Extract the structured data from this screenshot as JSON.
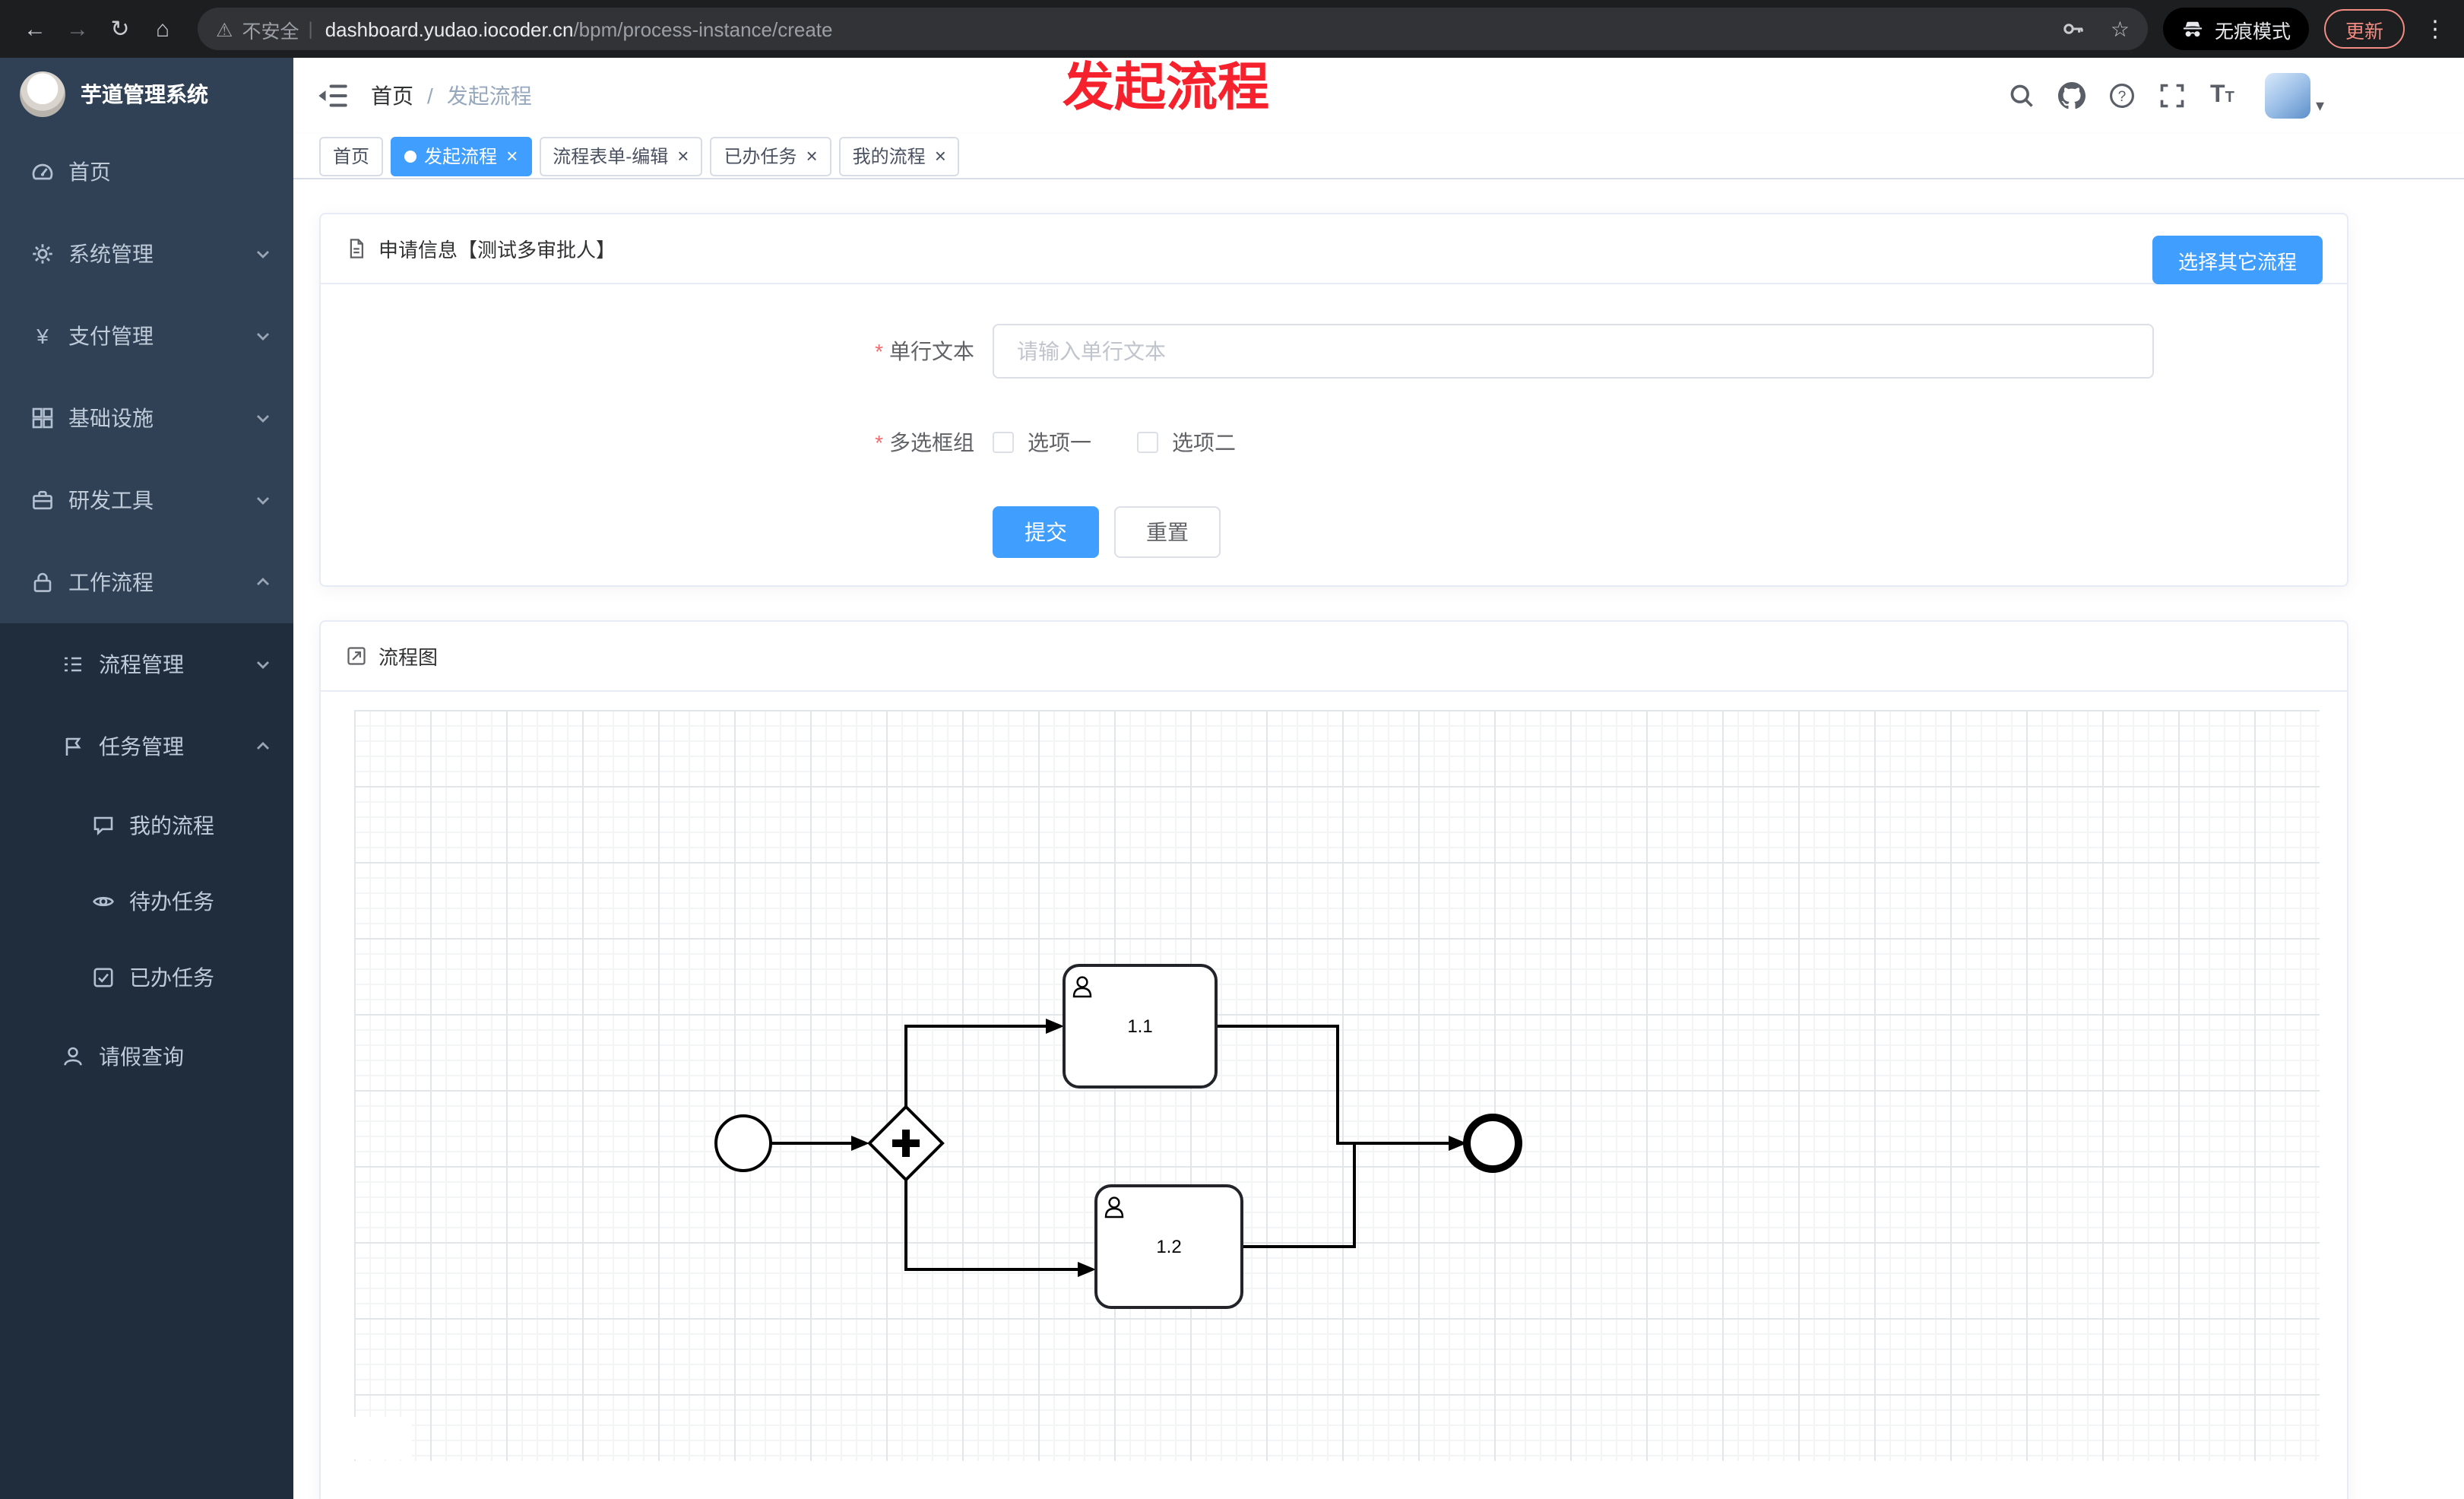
{
  "browser": {
    "security_label": "不安全",
    "url_domain": "dashboard.yudao.iocoder.cn",
    "url_path": "/bpm/process-instance/create",
    "incognito_label": "无痕模式",
    "update_label": "更新"
  },
  "icons": {
    "back": "←",
    "forward": "→",
    "reload": "↻",
    "home": "⌂",
    "warning": "⚠",
    "divider": "|",
    "star": "☆",
    "menu_dots": "⋮",
    "yen": "¥",
    "question": "?",
    "close": "×",
    "caret_down": "▾",
    "breadcrumb_separator": "/",
    "font_size": "T"
  },
  "annotation": "发起流程",
  "sidebar": {
    "logo_title": "芋道管理系统",
    "items": [
      {
        "label": "首页"
      },
      {
        "label": "系统管理"
      },
      {
        "label": "支付管理"
      },
      {
        "label": "基础设施"
      },
      {
        "label": "研发工具"
      },
      {
        "label": "工作流程"
      },
      {
        "label": "流程管理"
      },
      {
        "label": "任务管理"
      },
      {
        "label": "我的流程"
      },
      {
        "label": "待办任务"
      },
      {
        "label": "已办任务"
      },
      {
        "label": "请假查询"
      }
    ]
  },
  "header": {
    "breadcrumb": [
      "首页",
      "发起流程"
    ]
  },
  "tabs": [
    {
      "label": "首页",
      "active": false,
      "closable": false
    },
    {
      "label": "发起流程",
      "active": true,
      "closable": true
    },
    {
      "label": "流程表单-编辑",
      "active": false,
      "closable": true
    },
    {
      "label": "已办任务",
      "active": false,
      "closable": true
    },
    {
      "label": "我的流程",
      "active": false,
      "closable": true
    }
  ],
  "form": {
    "title": "申请信息【测试多审批人】",
    "switch_button": "选择其它流程",
    "required_marker": "*",
    "text_field": {
      "label": "单行文本",
      "placeholder": "请输入单行文本",
      "value": ""
    },
    "checkbox_group": {
      "label": "多选框组",
      "options": [
        {
          "label": "选项一",
          "checked": false
        },
        {
          "label": "选项二",
          "checked": false
        }
      ]
    },
    "submit": "提交",
    "reset": "重置"
  },
  "diagram": {
    "title": "流程图",
    "type": "bpmn",
    "gateway": "parallel",
    "tasks": [
      {
        "label": "1.1"
      },
      {
        "label": "1.2"
      }
    ]
  },
  "colors": {
    "accent": "#409eff",
    "required": "#f56c6c",
    "annotation": "#f5222d",
    "sidebar_bg": "#304156",
    "submenu_bg": "#1f2d3d",
    "update_badge": "#f28b82"
  }
}
